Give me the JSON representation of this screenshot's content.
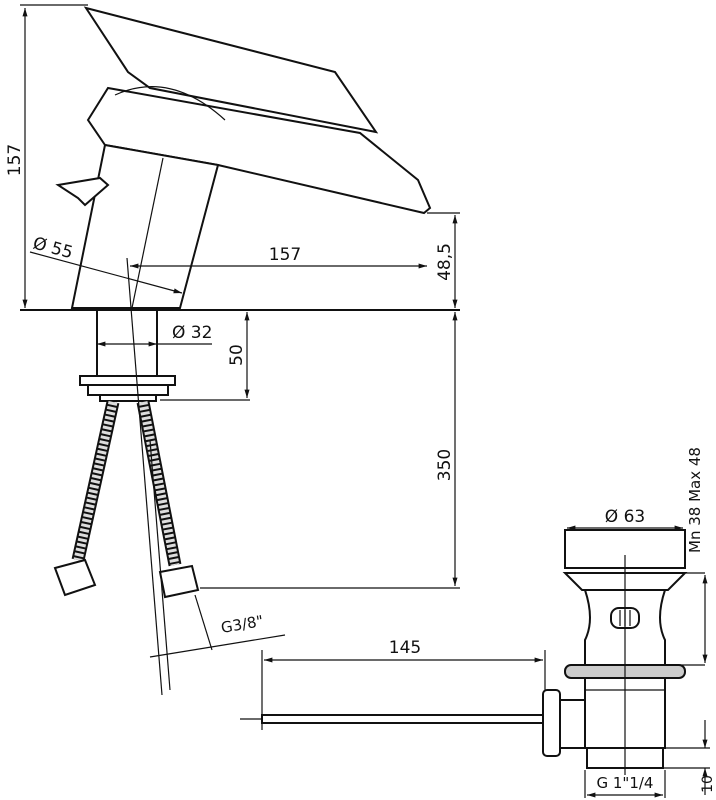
{
  "drawing": {
    "faucet": {
      "height_label": "157",
      "body_diameter_label": "Ø 55",
      "spout_reach_label": "157",
      "spout_height_label": "48,5",
      "shank_diameter_label": "Ø 32",
      "shank_length_label": "50",
      "hose_length_label": "350",
      "hose_thread_label": "G3/8\""
    },
    "drain": {
      "rod_length_label": "145",
      "cap_diameter_label": "Ø 63",
      "height_range_label": "Mn 38  Max 48",
      "thread_label": "G 1\"1/4",
      "thread_length_label": "10"
    }
  }
}
